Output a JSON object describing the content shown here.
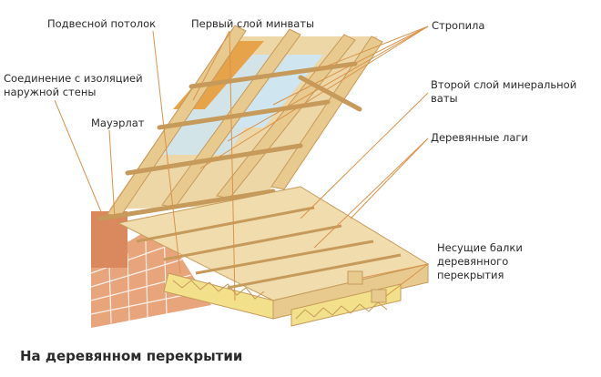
{
  "diagram": {
    "labels": {
      "suspended_ceiling": "Подвесной потолок",
      "first_layer": "Первый слой минваты",
      "rafters": "Стропила",
      "wall_insulation": [
        "Соединение с изоляцией",
        "наружной стены"
      ],
      "mauerlat": "Мауэрлат",
      "second_layer": [
        "Второй слой минеральной",
        "ваты"
      ],
      "joists": "Деревянные лаги",
      "beams": [
        "Несущие балки",
        "деревянного",
        "перекрытия"
      ]
    },
    "caption": "На деревянном перекрытии",
    "colors": {
      "wood": "#e8c98e",
      "wood_dark": "#c59a5a",
      "floor_board": "#f1dcad",
      "mineral_wool": "#f2e08a",
      "roof_layer": "#e7a34a",
      "film": "#cfe6f0",
      "brick": "#e8a57c",
      "leader": "#d9934a",
      "text": "#2a2a2a"
    }
  }
}
